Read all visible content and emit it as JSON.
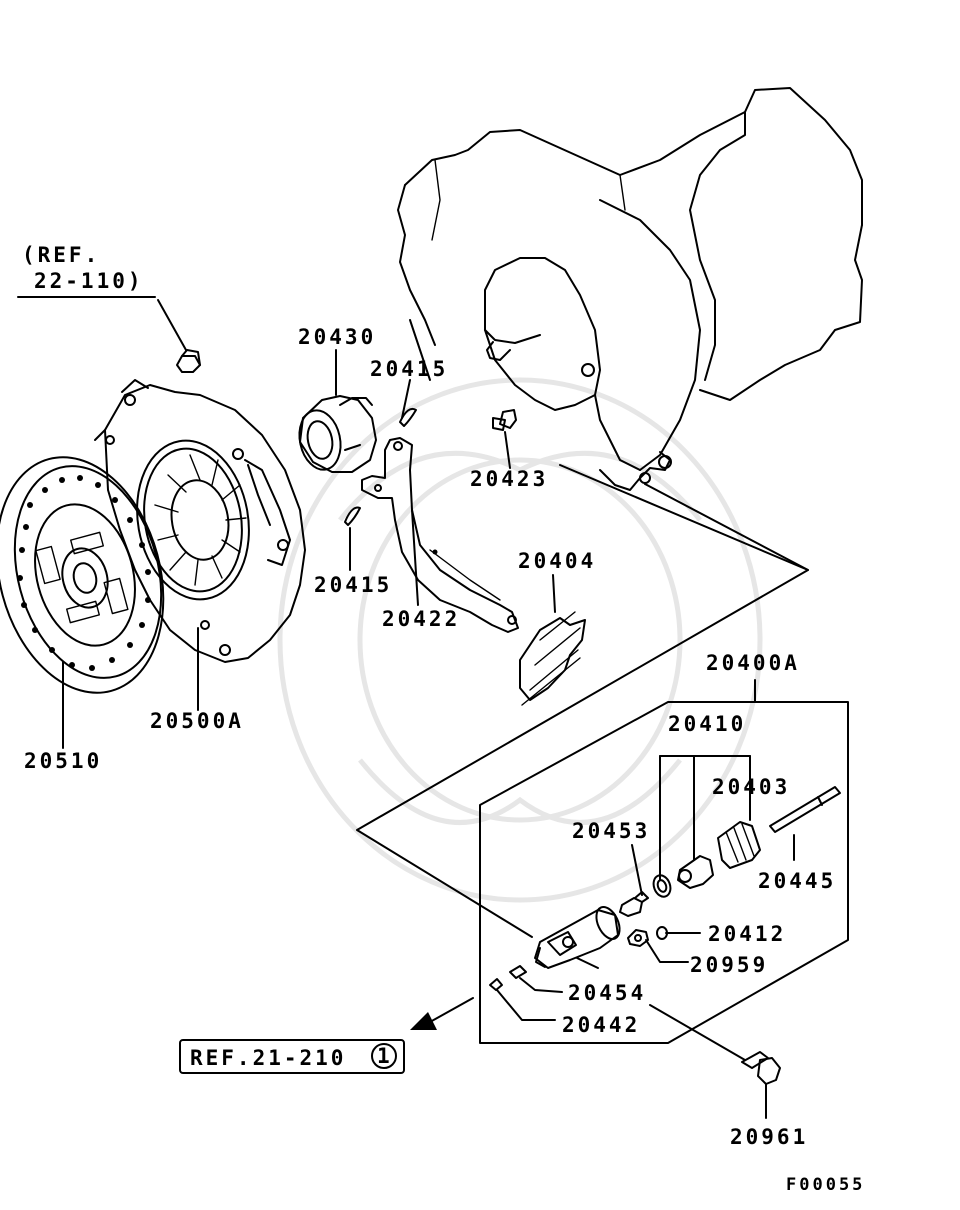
{
  "ref_top": {
    "line1": "(REF.",
    "line2": "22-110)"
  },
  "ref_bottom": {
    "text": "REF.21-210",
    "circle_number": "1"
  },
  "diagram_code": "F00055",
  "parts": {
    "p20430": "20430",
    "p20415_upper": "20415",
    "p20415_lower": "20415",
    "p20423": "20423",
    "p20404": "20404",
    "p20422": "20422",
    "p20500A": "20500A",
    "p20510": "20510",
    "p20400A": "20400A",
    "p20410": "20410",
    "p20403": "20403",
    "p20453": "20453",
    "p20445": "20445",
    "p20412": "20412",
    "p20959": "20959",
    "p20454": "20454",
    "p20442": "20442",
    "p20961": "20961"
  }
}
